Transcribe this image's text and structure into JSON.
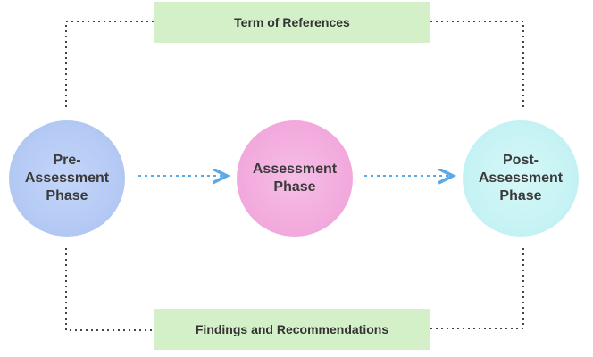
{
  "title_box": {
    "label": "Term of References"
  },
  "bottom_box": {
    "label": "Findings and Recommendations"
  },
  "phases": [
    {
      "lines": [
        "Pre-",
        "Assessment",
        "Phase"
      ]
    },
    {
      "lines": [
        "Assessment",
        "Phase"
      ]
    },
    {
      "lines": [
        "Post-",
        "Assessment",
        "Phase"
      ]
    }
  ],
  "colors": {
    "box_fill": "#d4f0c8",
    "pre_phase": "#b2c8f4",
    "assessment_phase": "#f2a8dc",
    "post_phase": "#c4f2f4",
    "arrow": "#5aa8e8",
    "dotted_line": "#444444"
  }
}
